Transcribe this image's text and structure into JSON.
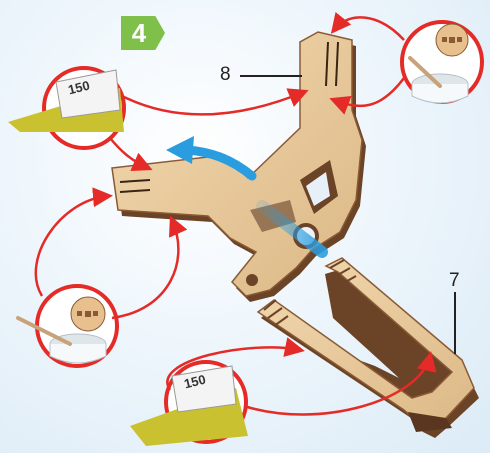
{
  "step": {
    "number": "4",
    "badge_color": "#7ec04a"
  },
  "part_labels": {
    "part_8": "8",
    "part_7": "7"
  },
  "icons": [
    "sandpaper-icon",
    "wax-pencil-icon",
    "gear-wax-icon"
  ],
  "sandpaper_grit_text": {
    "top": "150",
    "bottom": "150"
  },
  "colors": {
    "arrow_red": "#e42b27",
    "motion_blue": "#2a9de0",
    "plywood": "#e8c89a",
    "plywood_edge": "#6b4326"
  }
}
